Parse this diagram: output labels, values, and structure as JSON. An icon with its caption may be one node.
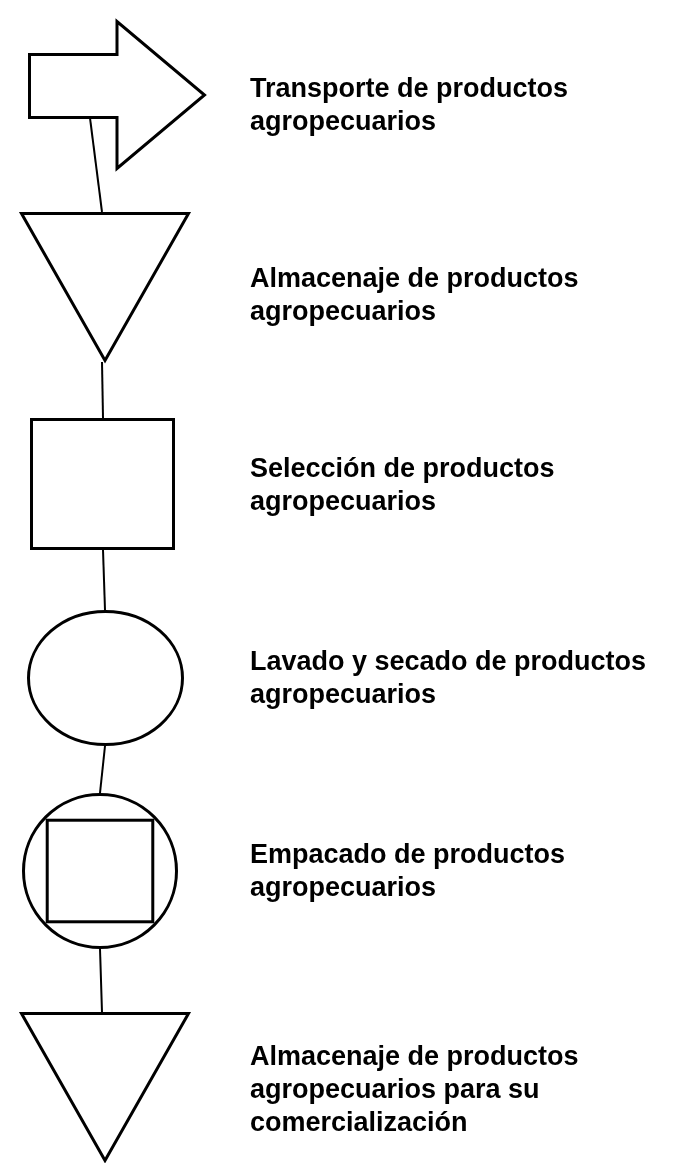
{
  "diagram": {
    "nodes": [
      {
        "text": [],
        "shape": "arrow",
        "beside": [
          "Transporte de productos agropecuarios"
        ]
      },
      {
        "text": [],
        "shape": "triangle",
        "beside": [
          "Almacenaje de productos agropecuarios"
        ]
      },
      {
        "text": [],
        "shape": "box",
        "beside": [
          "Selección de productos agropecuarios"
        ]
      },
      {
        "text": [],
        "shape": "circle",
        "beside": [
          "Lavado y secado de productos agropecuarios"
        ]
      },
      {
        "text": [],
        "shape": "combined",
        "beside": [
          "Empacado de productos agropecuarios"
        ]
      },
      {
        "text": [],
        "shape": "triangle",
        "beside": [
          "Almacenaje de productos agropecuarios para su comercialización"
        ]
      }
    ],
    "edges": [
      {
        "from": 0,
        "to": 1,
        "arrow": "none"
      },
      {
        "from": 1,
        "to": 2,
        "arrow": "none"
      },
      {
        "from": 2,
        "to": 3,
        "arrow": "none"
      },
      {
        "from": 3,
        "to": 4,
        "arrow": "none"
      },
      {
        "from": 4,
        "to": 5,
        "arrow": "none"
      }
    ]
  }
}
